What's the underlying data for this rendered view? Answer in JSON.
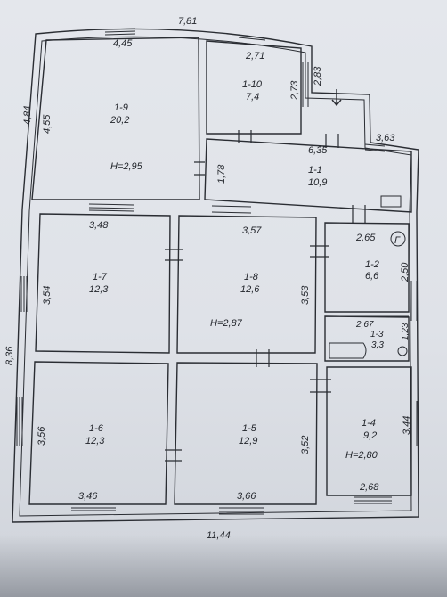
{
  "plan": {
    "overall": {
      "top_width": "7,81",
      "left_upper": "4,84",
      "left_total": "8,36",
      "bottom_width": "11,44",
      "annex_side": "2,83",
      "annex_top": "3,63"
    },
    "rooms": [
      {
        "key": "r19",
        "name": "1-9",
        "area": "20,2",
        "height": "H=2,95",
        "dims": [
          "4,45",
          "4,55"
        ]
      },
      {
        "key": "r110",
        "name": "1-10",
        "area": "7,4",
        "dims": [
          "2,71",
          "2,73"
        ]
      },
      {
        "key": "r11",
        "name": "1-1",
        "area": "10,9",
        "dims": [
          "6,35",
          "1,78"
        ]
      },
      {
        "key": "r17",
        "name": "1-7",
        "area": "12,3",
        "dims": [
          "3,48",
          "3,54"
        ]
      },
      {
        "key": "r18",
        "name": "1-8",
        "area": "12,6",
        "height": "H=2,87",
        "dims": [
          "3,57",
          "3,53"
        ]
      },
      {
        "key": "r12",
        "name": "1-2",
        "area": "6,6",
        "dims": [
          "2,65",
          "2,50"
        ]
      },
      {
        "key": "r13",
        "name": "1-3",
        "area": "3,3",
        "dims": [
          "2,67",
          "1,23"
        ]
      },
      {
        "key": "r16",
        "name": "1-6",
        "area": "12,3",
        "dims": [
          "3,46",
          "3,56"
        ]
      },
      {
        "key": "r15",
        "name": "1-5",
        "area": "12,9",
        "dims": [
          "3,66",
          "3,52"
        ]
      },
      {
        "key": "r14",
        "name": "1-4",
        "area": "9,2",
        "height": "H=2,80",
        "dims": [
          "2,68",
          "3,44"
        ]
      }
    ],
    "symbols": {
      "boiler": "Г"
    }
  }
}
